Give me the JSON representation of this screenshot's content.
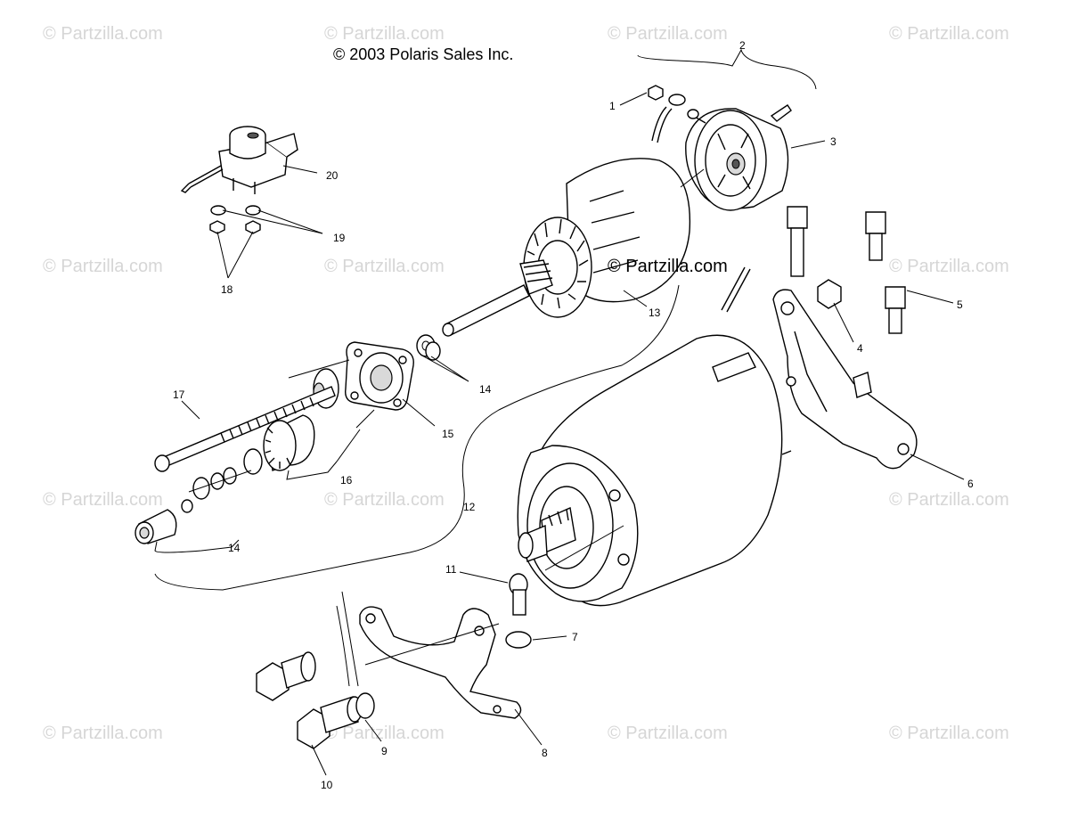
{
  "diagram": {
    "copyright": "© 2003 Polaris Sales Inc.",
    "center_watermark": "© Partzilla.com",
    "watermark": "© Partzilla.com",
    "callouts": {
      "c1": "1",
      "c2": "2",
      "c3": "3",
      "c4": "4",
      "c5": "5",
      "c6": "6",
      "c7": "7",
      "c8": "8",
      "c9": "9",
      "c10": "10",
      "c11": "11",
      "c12": "12",
      "c13": "13",
      "c14a": "14",
      "c14b": "14",
      "c15": "15",
      "c16": "16",
      "c17": "17",
      "c18": "18",
      "c19": "19",
      "c20": "20"
    }
  }
}
